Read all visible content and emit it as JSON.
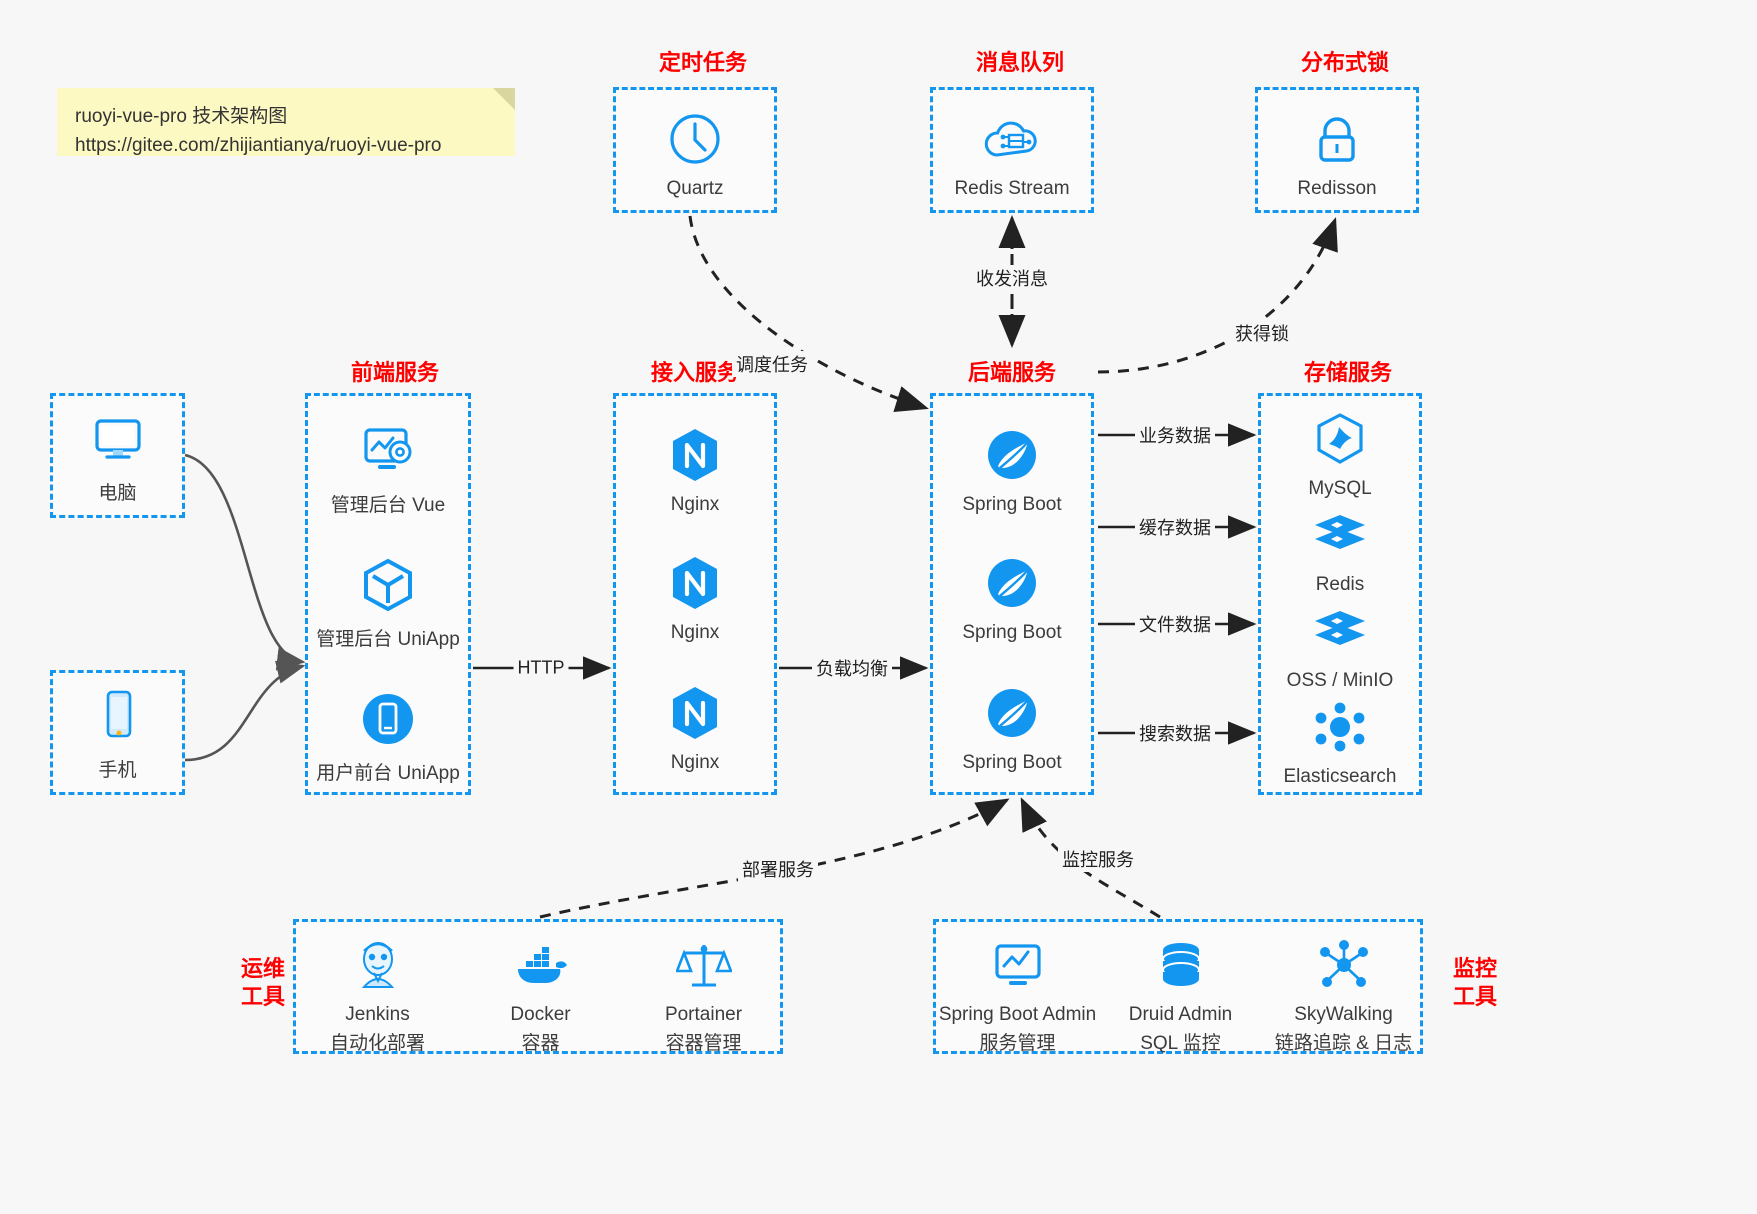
{
  "note": {
    "line1": "ruoyi-vue-pro 技术架构图",
    "line2": "https://gitee.com/zhijiantianya/ruoyi-vue-pro"
  },
  "colors": {
    "accent": "#1296f0",
    "title": "#ff0000",
    "text": "#3c3c3c",
    "background": "#f7f7f7",
    "note_bg": "#fcf9c2",
    "arrow": "#222222",
    "curve": "#555555"
  },
  "sections": {
    "scheduled_task": {
      "title": "定时任务"
    },
    "message_queue": {
      "title": "消息队列"
    },
    "distributed_lock": {
      "title": "分布式锁"
    },
    "frontend": {
      "title": "前端服务"
    },
    "gateway": {
      "title": "接入服务"
    },
    "backend": {
      "title": "后端服务"
    },
    "storage": {
      "title": "存储服务"
    },
    "devops": {
      "title": "运维\n工具",
      "line1": "运维",
      "line2": "工具"
    },
    "monitor": {
      "title": "监控\n工具",
      "line1": "监控",
      "line2": "工具"
    }
  },
  "nodes": {
    "quartz": {
      "label": "Quartz",
      "icon": "clock-icon"
    },
    "redis_stream": {
      "label": "Redis Stream",
      "icon": "cloud-stream-icon"
    },
    "redisson": {
      "label": "Redisson",
      "icon": "lock-icon"
    },
    "computer": {
      "label": "电脑",
      "icon": "desktop-monitor-icon"
    },
    "phone": {
      "label": "手机",
      "icon": "mobile-phone-icon"
    },
    "frontend_items": [
      {
        "label": "管理后台 Vue",
        "icon": "dashboard-gear-icon"
      },
      {
        "label": "管理后台 UniApp",
        "icon": "cube-icon"
      },
      {
        "label": "用户前台 UniApp",
        "icon": "mobile-app-icon"
      }
    ],
    "gateway_items": [
      {
        "label": "Nginx",
        "icon": "nginx-icon"
      },
      {
        "label": "Nginx",
        "icon": "nginx-icon"
      },
      {
        "label": "Nginx",
        "icon": "nginx-icon"
      }
    ],
    "backend_items": [
      {
        "label": "Spring Boot",
        "icon": "spring-boot-icon"
      },
      {
        "label": "Spring Boot",
        "icon": "spring-boot-icon"
      },
      {
        "label": "Spring Boot",
        "icon": "spring-boot-icon"
      }
    ],
    "storage_items": [
      {
        "label": "MySQL",
        "icon": "mysql-dolphin-icon"
      },
      {
        "label": "Redis",
        "icon": "redis-stack-icon"
      },
      {
        "label": "OSS / MinIO",
        "icon": "object-storage-icon"
      },
      {
        "label": "Elasticsearch",
        "icon": "elasticsearch-icon"
      }
    ],
    "devops_items": [
      {
        "label": "Jenkins",
        "sub": "自动化部署",
        "icon": "jenkins-butler-icon"
      },
      {
        "label": "Docker",
        "sub": "容器",
        "icon": "docker-whale-icon"
      },
      {
        "label": "Portainer",
        "sub": "容器管理",
        "icon": "portainer-scale-icon"
      }
    ],
    "monitor_items": [
      {
        "label": "Spring Boot Admin",
        "sub": "服务管理",
        "icon": "admin-chart-icon"
      },
      {
        "label": "Druid Admin",
        "sub": "SQL 监控",
        "icon": "database-icon"
      },
      {
        "label": "SkyWalking",
        "sub": "链路追踪 & 日志",
        "icon": "skywalking-icon"
      }
    ]
  },
  "edges": [
    {
      "name": "schedule-task",
      "label": "调度任务"
    },
    {
      "name": "send-receive-message",
      "label": "收发消息"
    },
    {
      "name": "acquire-lock",
      "label": "获得锁"
    },
    {
      "name": "http",
      "label": "HTTP"
    },
    {
      "name": "load-balance",
      "label": "负载均衡"
    },
    {
      "name": "business-data",
      "label": "业务数据"
    },
    {
      "name": "cache-data",
      "label": "缓存数据"
    },
    {
      "name": "file-data",
      "label": "文件数据"
    },
    {
      "name": "search-data",
      "label": "搜索数据"
    },
    {
      "name": "deploy-service",
      "label": "部署服务"
    },
    {
      "name": "monitor-service",
      "label": "监控服务"
    }
  ]
}
